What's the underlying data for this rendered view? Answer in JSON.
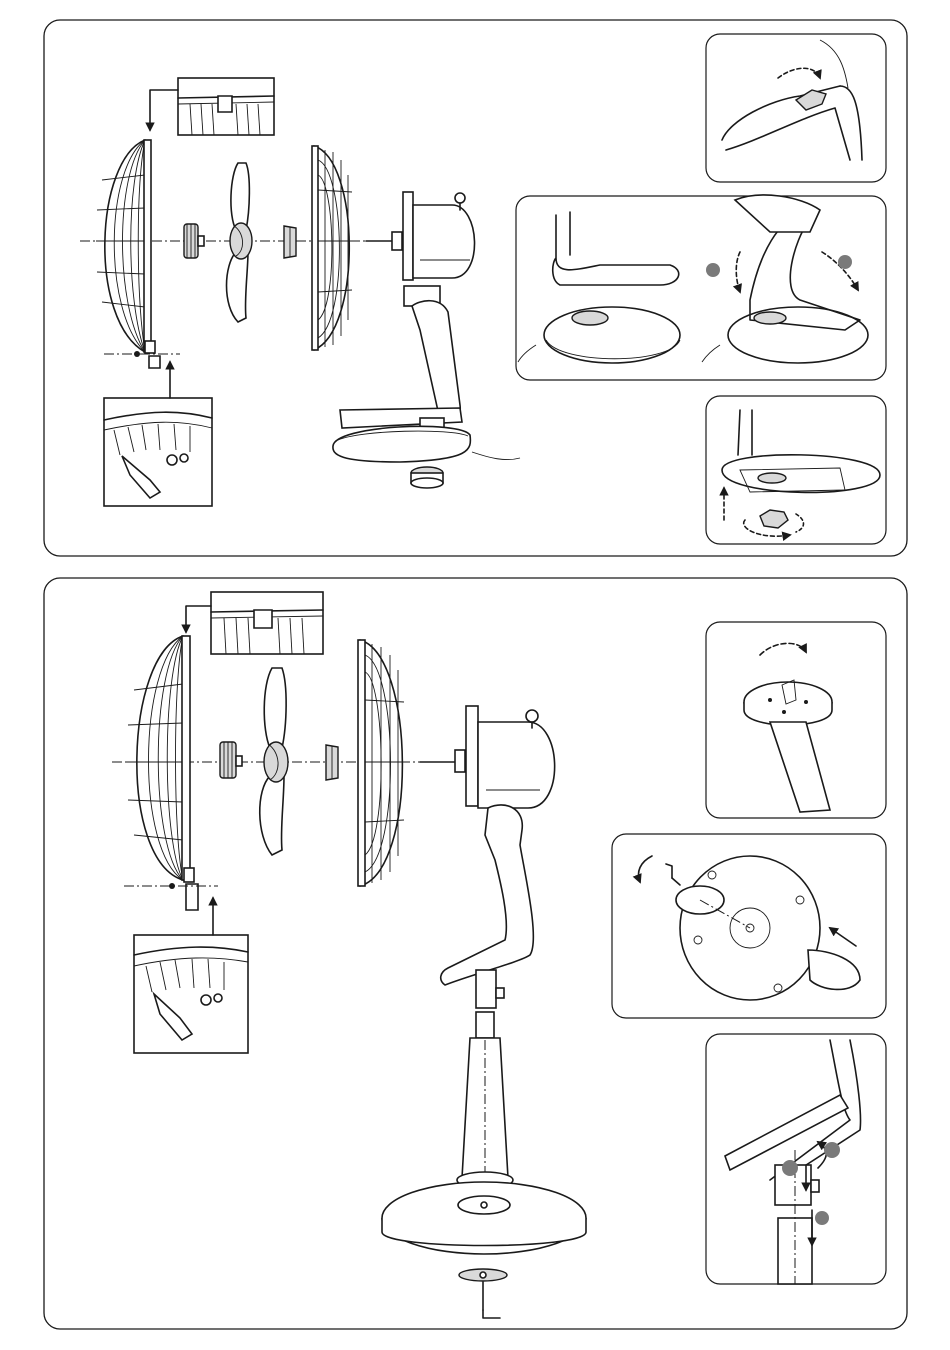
{
  "sections": [
    {
      "id": "table-fan",
      "parts": [
        "front-grille",
        "blade-spinner",
        "fan-blade",
        "grille-nut",
        "rear-grille",
        "motor-head",
        "neck",
        "base-stand",
        "base-nut"
      ],
      "details": [
        "grille-top-clip-detail",
        "grille-clamp-detail"
      ],
      "steps": [
        {
          "id": "step-tighten-knob",
          "markers": []
        },
        {
          "id": "step-fold-stand",
          "markers": [
            "1",
            "2"
          ]
        },
        {
          "id": "step-fix-base-nut",
          "markers": []
        }
      ]
    },
    {
      "id": "pedestal-fan",
      "parts": [
        "front-grille",
        "blade-spinner",
        "fan-blade",
        "grille-nut",
        "rear-grille",
        "motor-head",
        "neck",
        "pole",
        "round-base",
        "base-screw"
      ],
      "details": [
        "grille-top-clip-detail",
        "grille-clamp-detail"
      ],
      "steps": [
        {
          "id": "step-rotate-plate",
          "markers": []
        },
        {
          "id": "step-screw-plate",
          "markers": []
        },
        {
          "id": "step-attach-neck",
          "markers": [
            "1",
            "2",
            "3"
          ]
        }
      ]
    }
  ],
  "colors": {
    "line": "#1a1a1a",
    "marker": "#7a7a7a",
    "background": "#ffffff"
  }
}
